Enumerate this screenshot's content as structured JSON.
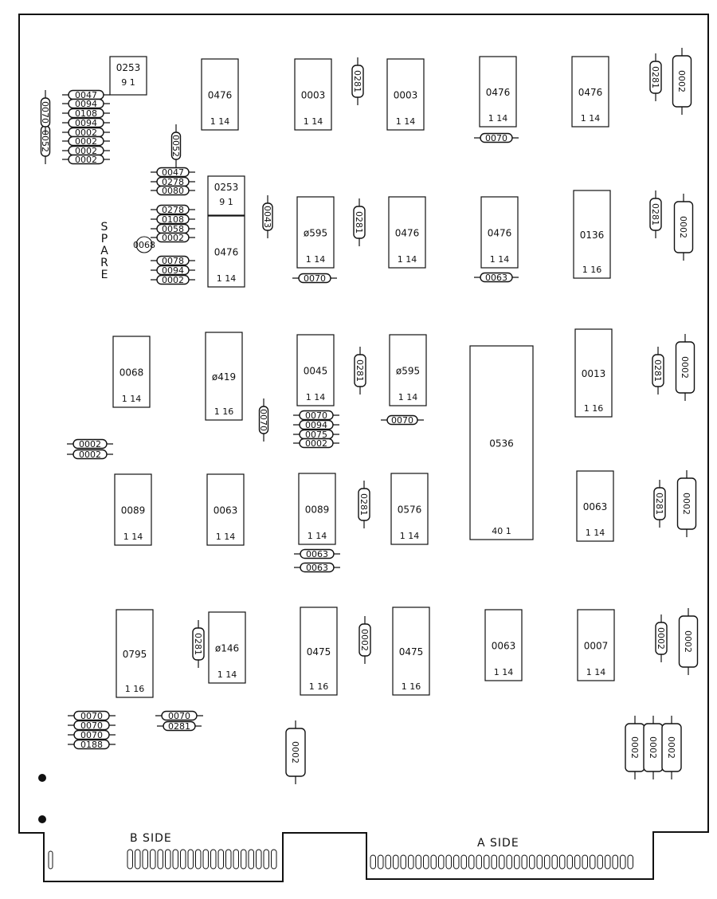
{
  "chips": [
    {
      "id": "c1",
      "label": "0253",
      "pins": "9 1"
    },
    {
      "id": "c2",
      "label": "0476",
      "pins": "1 14"
    },
    {
      "id": "c3",
      "label": "0003",
      "pins": "1 14"
    },
    {
      "id": "c4",
      "label": "0003",
      "pins": "1 14"
    },
    {
      "id": "c5",
      "label": "0476",
      "pins": "1 14"
    },
    {
      "id": "c6",
      "label": "0476",
      "pins": "1 14"
    },
    {
      "id": "c7",
      "label": "0253",
      "pins": "9 1"
    },
    {
      "id": "c8",
      "label": "0476",
      "pins": "1 14"
    },
    {
      "id": "c9",
      "label": "ø595",
      "pins": "1 14"
    },
    {
      "id": "c10",
      "label": "0476",
      "pins": "1 14"
    },
    {
      "id": "c11",
      "label": "0476",
      "pins": "1 14"
    },
    {
      "id": "c12",
      "label": "0136",
      "pins": "1 16"
    },
    {
      "id": "c13",
      "label": "0068",
      "pins": "1 14"
    },
    {
      "id": "c14",
      "label": "ø419",
      "pins": "1 16"
    },
    {
      "id": "c15",
      "label": "0045",
      "pins": "1 14"
    },
    {
      "id": "c16",
      "label": "ø595",
      "pins": "1 14"
    },
    {
      "id": "c17",
      "label": "0536",
      "pins": "40 1"
    },
    {
      "id": "c18",
      "label": "0013",
      "pins": "1 16"
    },
    {
      "id": "c19",
      "label": "0089",
      "pins": "1 14"
    },
    {
      "id": "c20",
      "label": "0063",
      "pins": "1 14"
    },
    {
      "id": "c21",
      "label": "0089",
      "pins": "1 14"
    },
    {
      "id": "c22",
      "label": "0576",
      "pins": "1 14"
    },
    {
      "id": "c23",
      "label": "0063",
      "pins": "1 14"
    },
    {
      "id": "c24",
      "label": "0795",
      "pins": "1 16"
    },
    {
      "id": "c25",
      "label": "ø146",
      "pins": "1 14"
    },
    {
      "id": "c26",
      "label": "0475",
      "pins": "1 16"
    },
    {
      "id": "c27",
      "label": "0475",
      "pins": "1 16"
    },
    {
      "id": "c28",
      "label": "0063",
      "pins": "1 14"
    },
    {
      "id": "c29",
      "label": "0007",
      "pins": "1 14"
    }
  ],
  "components": [
    {
      "id": "r1",
      "label": "0047"
    },
    {
      "id": "r2",
      "label": "0094"
    },
    {
      "id": "r3",
      "label": "0108"
    },
    {
      "id": "r4",
      "label": "0094"
    },
    {
      "id": "r5",
      "label": "0002"
    },
    {
      "id": "r6",
      "label": "0002"
    },
    {
      "id": "r7",
      "label": "0002"
    },
    {
      "id": "r8",
      "label": "0002"
    },
    {
      "id": "r9",
      "label": "0052"
    },
    {
      "id": "r10",
      "label": "0070"
    },
    {
      "id": "r11",
      "label": "0052"
    },
    {
      "id": "r12",
      "label": "0047"
    },
    {
      "id": "r13",
      "label": "0278"
    },
    {
      "id": "r14",
      "label": "0080"
    },
    {
      "id": "r15",
      "label": "0278"
    },
    {
      "id": "r16",
      "label": "0108"
    },
    {
      "id": "r17",
      "label": "0058"
    },
    {
      "id": "r18",
      "label": "0002"
    },
    {
      "id": "r19",
      "label": "0078"
    },
    {
      "id": "r20",
      "label": "0094"
    },
    {
      "id": "r21",
      "label": "0002"
    },
    {
      "id": "r22",
      "label": "0068"
    },
    {
      "id": "r23",
      "label": "0043"
    },
    {
      "id": "r24",
      "label": "0070"
    },
    {
      "id": "r25",
      "label": "0063"
    },
    {
      "id": "r26",
      "label": "0070"
    },
    {
      "id": "r27",
      "label": "0070"
    },
    {
      "id": "r28",
      "label": "0094"
    },
    {
      "id": "r29",
      "label": "0075"
    },
    {
      "id": "r30",
      "label": "0002"
    },
    {
      "id": "r31",
      "label": "0070"
    },
    {
      "id": "r32",
      "label": "0002"
    },
    {
      "id": "r33",
      "label": "0002"
    },
    {
      "id": "r34",
      "label": "0063"
    },
    {
      "id": "r35",
      "label": "0063"
    },
    {
      "id": "r36",
      "label": "0070"
    },
    {
      "id": "r37",
      "label": "0070"
    },
    {
      "id": "r38",
      "label": "0070"
    },
    {
      "id": "r39",
      "label": "0070"
    },
    {
      "id": "r40",
      "label": "0188"
    },
    {
      "id": "r41",
      "label": "0070"
    },
    {
      "id": "r42",
      "label": "0281"
    },
    {
      "id": "r43",
      "label": "0281"
    },
    {
      "id": "r44",
      "label": "0281"
    },
    {
      "id": "r45",
      "label": "0281"
    },
    {
      "id": "r46",
      "label": "0281"
    },
    {
      "id": "r47",
      "label": "0281"
    },
    {
      "id": "r48",
      "label": "0281"
    },
    {
      "id": "r49",
      "label": "0281"
    },
    {
      "id": "r50",
      "label": "0281"
    },
    {
      "id": "r51",
      "label": "0281"
    },
    {
      "id": "r52",
      "label": "0002"
    },
    {
      "id": "r53",
      "label": "0002"
    },
    {
      "id": "r54",
      "label": "0002"
    },
    {
      "id": "r55",
      "label": "0002"
    },
    {
      "id": "r56",
      "label": "0002"
    },
    {
      "id": "r57",
      "label": "0002"
    },
    {
      "id": "r58",
      "label": "0002"
    },
    {
      "id": "r59",
      "label": "0002"
    },
    {
      "id": "r60",
      "label": "0002"
    }
  ],
  "labels": {
    "spare": [
      "S",
      "P",
      "A",
      "R",
      "E"
    ],
    "b_side": "B SIDE",
    "a_side": "A SIDE"
  }
}
